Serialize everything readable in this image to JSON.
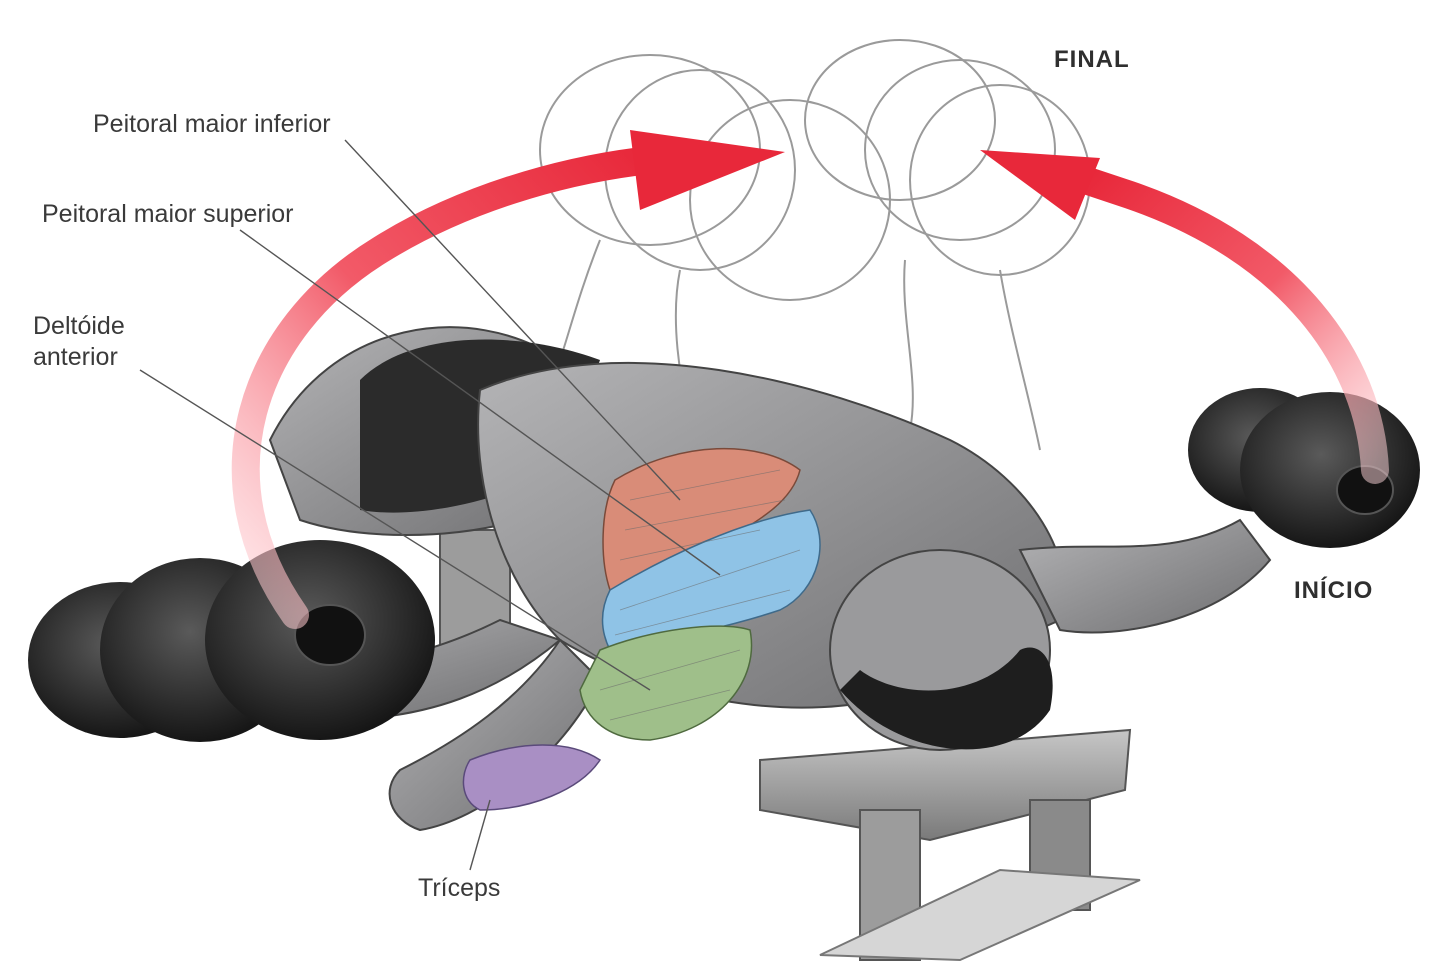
{
  "labels": {
    "final": "FINAL",
    "inicio": "INÍCIO",
    "peitoral_inferior": "Peitoral maior inferior",
    "peitoral_superior": "Peitoral maior superior",
    "deltoide_line1": "Deltóide",
    "deltoide_line2": "anterior",
    "triceps": "Tríceps"
  },
  "colors": {
    "arrow": "#e8283a",
    "dumbbell": "#262626",
    "skin": "#8d8d8f",
    "shorts": "#2b2b2b",
    "bench": "#9a9a9a",
    "muscle_lower_chest": "#d98c78",
    "muscle_upper_chest": "#8fc3e6",
    "muscle_deltoid": "#9fbf8a",
    "muscle_triceps": "#a98fc4",
    "outline_ghost": "#9a9a9a"
  }
}
